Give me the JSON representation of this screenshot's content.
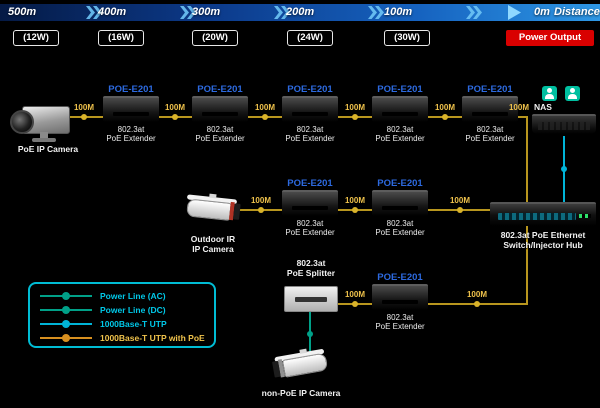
{
  "banner": {
    "distances": [
      "500m",
      "400m",
      "300m",
      "200m",
      "100m",
      "0m"
    ],
    "axis_label": "Distance"
  },
  "power": {
    "outputs": [
      "(12W)",
      "(16W)",
      "(20W)",
      "(24W)",
      "(30W)"
    ],
    "badge": "Power Output"
  },
  "link": {
    "label": "100M"
  },
  "extender": {
    "model": "POE-E201",
    "caption1": "802.3at",
    "caption2": "PoE Extender"
  },
  "devices": {
    "poe_camera": "PoE IP Camera",
    "outdoor_camera1": "Outdoor IR",
    "outdoor_camera2": "IP Camera",
    "splitter1": "802.3at",
    "splitter2": "PoE Splitter",
    "nonpoe_camera": "non-PoE IP Camera",
    "nas": "NAS",
    "switch1": "802.3at PoE Ethernet",
    "switch2": "Switch/Injector Hub"
  },
  "legend": {
    "items": [
      {
        "label": "Power Line (AC)",
        "color": "#00a088"
      },
      {
        "label": "Power Line (DC)",
        "color": "#00a088"
      },
      {
        "label": "1000Base-T UTP",
        "color": "#00b4d8"
      },
      {
        "label": "1000Base-T UTP with PoE",
        "color": "#d89020"
      }
    ]
  },
  "colors": {
    "background": "#000000",
    "banner_blue_dark": "#051a45",
    "banner_blue_light": "#2e97e4",
    "power_badge_red": "#d90000",
    "extender_model_blue": "#2d6ae0",
    "link_poe_yellow": "#b8961e",
    "link_label_yellow": "#f0c34c",
    "utp_cyan": "#00b4d8",
    "power_line_teal": "#00a088",
    "legend_border_cyan": "#00bcd4",
    "nas_icon_green": "#00bfa0"
  }
}
